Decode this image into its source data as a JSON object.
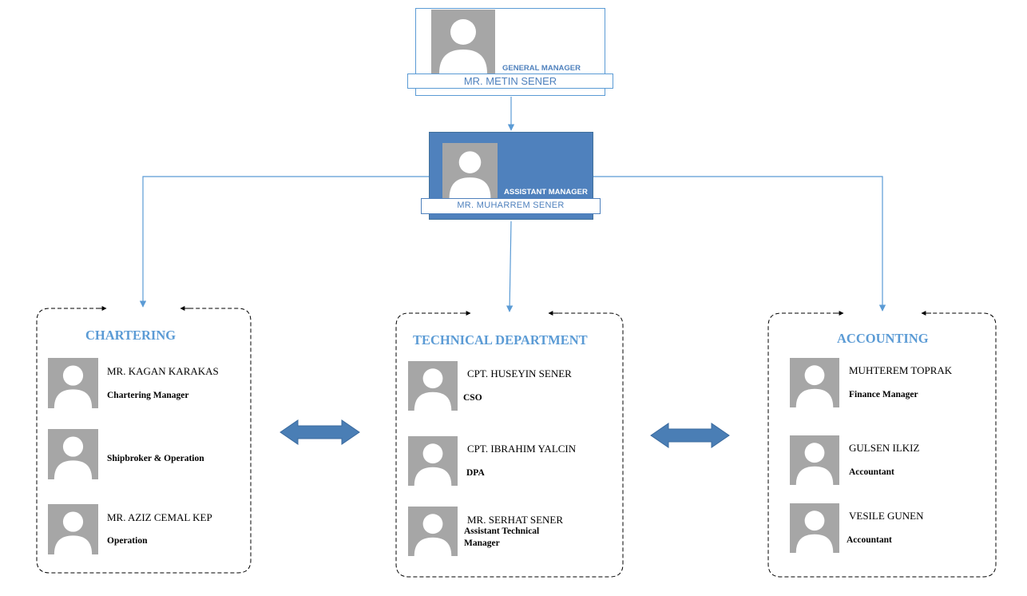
{
  "general_manager": {
    "title": "GENERAL MANAGER",
    "name": "MR. METIN SENER"
  },
  "assistant_manager": {
    "title": "ASSISTANT MANAGER",
    "name": "MR. MUHARREM SENER"
  },
  "departments": [
    {
      "title": "CHARTERING",
      "members": [
        {
          "name": "MR. KAGAN KARAKAS",
          "role": "Chartering Manager"
        },
        {
          "name": "",
          "role": "Shipbroker & Operation"
        },
        {
          "name": "MR. AZIZ CEMAL KEP",
          "role": "Operation"
        }
      ]
    },
    {
      "title": "TECHNICAL DEPARTMENT",
      "members": [
        {
          "name": "CPT. HUSEYIN SENER",
          "role": "CSO"
        },
        {
          "name": "CPT. IBRAHIM YALCIN",
          "role": "DPA"
        },
        {
          "name": "MR. SERHAT SENER",
          "role": "Assistant Technical Manager"
        }
      ]
    },
    {
      "title": "ACCOUNTING",
      "members": [
        {
          "name": "MUHTEREM TOPRAK",
          "role": "Finance Manager"
        },
        {
          "name": "GULSEN ILKIZ",
          "role": "Accountant"
        },
        {
          "name": "VESILE GUNEN",
          "role": "Accountant"
        }
      ]
    }
  ],
  "colors": {
    "accent": "#5b9bd5",
    "card_fill": "#4f81bd",
    "avatar_bg": "#a6a6a6",
    "arrow_fill": "#4a7eb5"
  },
  "icons": {
    "avatar": "person-silhouette-icon",
    "double_arrow": "double-arrow-icon"
  }
}
